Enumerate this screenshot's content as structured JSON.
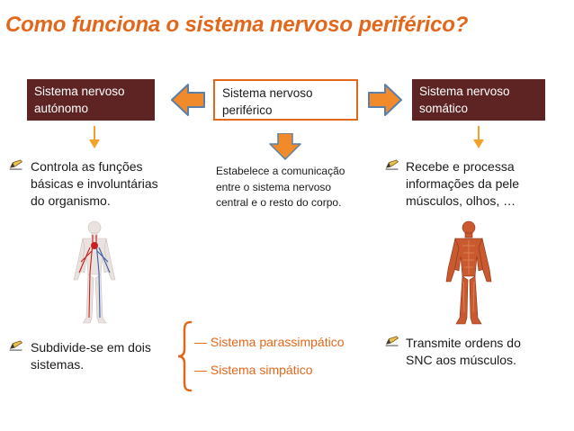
{
  "title": "Como funciona o sistema nervoso periférico?",
  "boxes": {
    "left": "Sistema nervoso autónomo",
    "center": "Sistema nervoso periférico",
    "right": "Sistema nervoso somático"
  },
  "left_column": {
    "bullet1": "Controla as funções básicas e involuntárias do organismo.",
    "bullet2": "Subdivide-se em dois sistemas."
  },
  "center_column": {
    "description": "Estabelece a comunicação entre o sistema nervoso central e o resto do corpo.",
    "subsystems": [
      "— Sistema parassimpático",
      "— Sistema simpático"
    ]
  },
  "right_column": {
    "bullet1": "Recebe e processa informações da pele músculos, olhos, …",
    "bullet2": "Transmite ordens do SNC aos músculos."
  },
  "colors": {
    "accent": "#e3671b",
    "dark_box": "#5e2424",
    "arrow_fill": "#f08a2a",
    "arrow_stroke": "#5b7fa8",
    "down_arrow": "#f2a12a"
  },
  "icons": {
    "bullet": "pencil-icon",
    "left_figure": "circulatory-system-figure",
    "right_figure": "muscular-system-figure"
  }
}
